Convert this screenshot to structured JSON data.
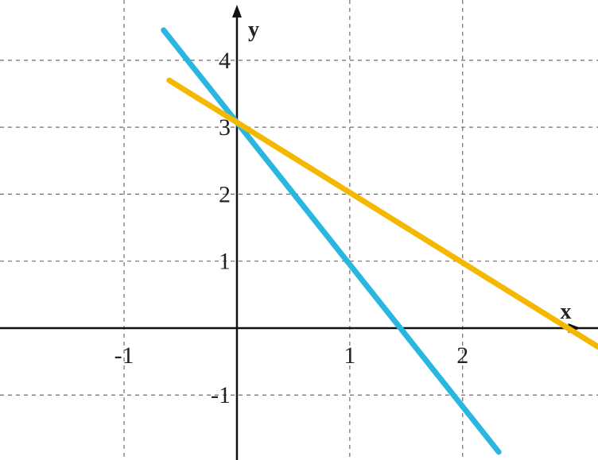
{
  "chart_data": {
    "type": "line",
    "xlabel": "x",
    "ylabel": "y",
    "xlim": [
      -2.1,
      3.2
    ],
    "ylim": [
      -1.97,
      4.9
    ],
    "grid": true,
    "grid_style": "dashed",
    "x_ticks": [
      {
        "value": -1,
        "label": "-1"
      },
      {
        "value": 1,
        "label": "1"
      },
      {
        "value": 2,
        "label": "2"
      }
    ],
    "y_ticks": [
      {
        "value": -1,
        "label": "-1"
      },
      {
        "value": 1,
        "label": "1"
      },
      {
        "value": 2,
        "label": "2"
      },
      {
        "value": 3,
        "label": "3"
      },
      {
        "value": 4,
        "label": "4"
      }
    ],
    "grid_x": [
      -1,
      1,
      2
    ],
    "grid_y": [
      -1,
      1,
      2,
      3,
      4
    ],
    "series": [
      {
        "color": "#29b6e0",
        "x": [
          -0.65,
          2.32
        ],
        "y": [
          4.45,
          -1.85
        ]
      },
      {
        "color": "#f5b800",
        "x": [
          -0.6,
          3.22
        ],
        "y": [
          3.7,
          -0.3
        ]
      }
    ]
  }
}
